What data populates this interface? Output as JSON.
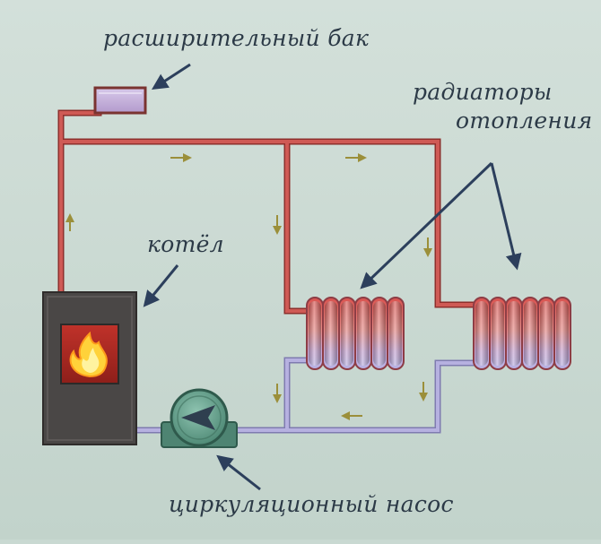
{
  "labels": {
    "expansion_tank": "расширительный бак",
    "radiators_line1": "радиаторы",
    "radiators_line2": "отопления",
    "boiler": "котёл",
    "pump": "циркуляционный насос"
  },
  "colors": {
    "background": "#c9d9d2",
    "hot_pipe": "#c0504d",
    "cold_pipe": "#a8a3d2",
    "boiler_body": "#4a4746",
    "flow_arrow": "#9b8f3a",
    "pump": "#5e9a86",
    "label_text": "#2c3a47",
    "pointer_arrow": "#2c3f5c"
  }
}
